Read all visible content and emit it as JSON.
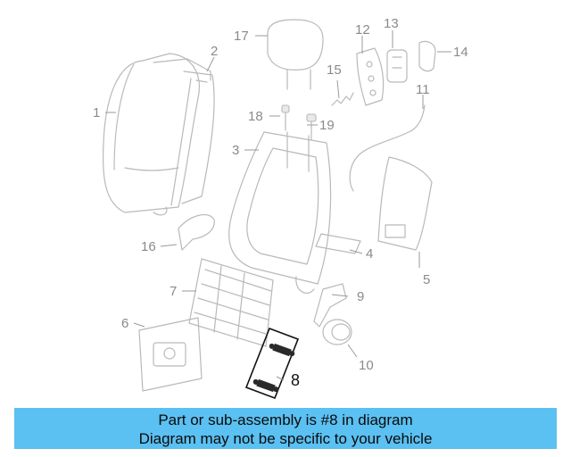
{
  "diagram": {
    "callouts": [
      "1",
      "2",
      "3",
      "4",
      "5",
      "6",
      "7",
      "8",
      "9",
      "10",
      "11",
      "12",
      "13",
      "14",
      "15",
      "16",
      "17",
      "18",
      "19"
    ],
    "highlighted_part": "8"
  },
  "banner": {
    "line1": "Part or sub-assembly is #8 in diagram",
    "line2": "Diagram may not be specific to your vehicle",
    "color": "#5bc0f2"
  }
}
